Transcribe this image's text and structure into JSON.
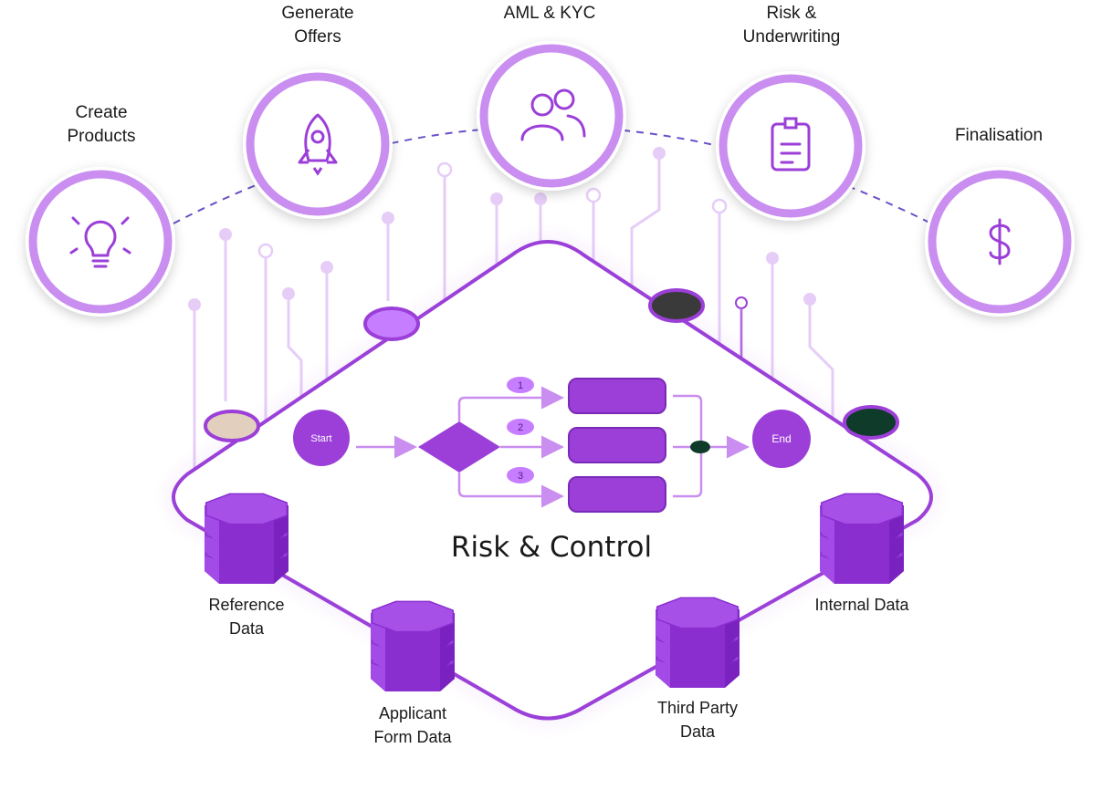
{
  "stages": [
    {
      "id": "create",
      "label": "Create\nProducts",
      "icon": "lightbulb-icon"
    },
    {
      "id": "offers",
      "label": "Generate\nOffers",
      "icon": "rocket-icon"
    },
    {
      "id": "aml",
      "label": "AML & KYC",
      "icon": "users-icon"
    },
    {
      "id": "risk",
      "label": "Risk &\nUnderwriting",
      "icon": "clipboard-icon"
    },
    {
      "id": "final",
      "label": "Finalisation",
      "icon": "dollar-icon"
    }
  ],
  "flow": {
    "start": "Start",
    "end": "End",
    "branches": [
      "1",
      "2",
      "3"
    ]
  },
  "center_title": "Risk & Control",
  "databases": [
    {
      "id": "reference",
      "label": "Reference\nData"
    },
    {
      "id": "applicant",
      "label": "Applicant\nForm Data"
    },
    {
      "id": "third",
      "label": "Third Party\nData"
    },
    {
      "id": "internal",
      "label": "Internal Data"
    }
  ],
  "colors": {
    "accent": "#9b3fd8",
    "accent_dark": "#8a2ed0",
    "ring": "#c98ef0",
    "line_light": "#e6cdf8",
    "node_beige": "#e2cfbd",
    "node_violet": "#c77dff",
    "node_charcoal": "#3a3a3a",
    "node_green": "#0e3b2a"
  }
}
